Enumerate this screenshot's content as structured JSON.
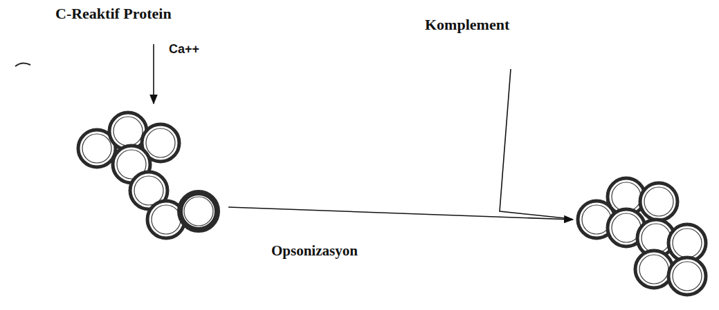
{
  "diagram": {
    "labels": [
      "C-Reaktif Protein",
      "Ca++",
      "Komplement",
      "Opsonizasyon"
    ]
  }
}
